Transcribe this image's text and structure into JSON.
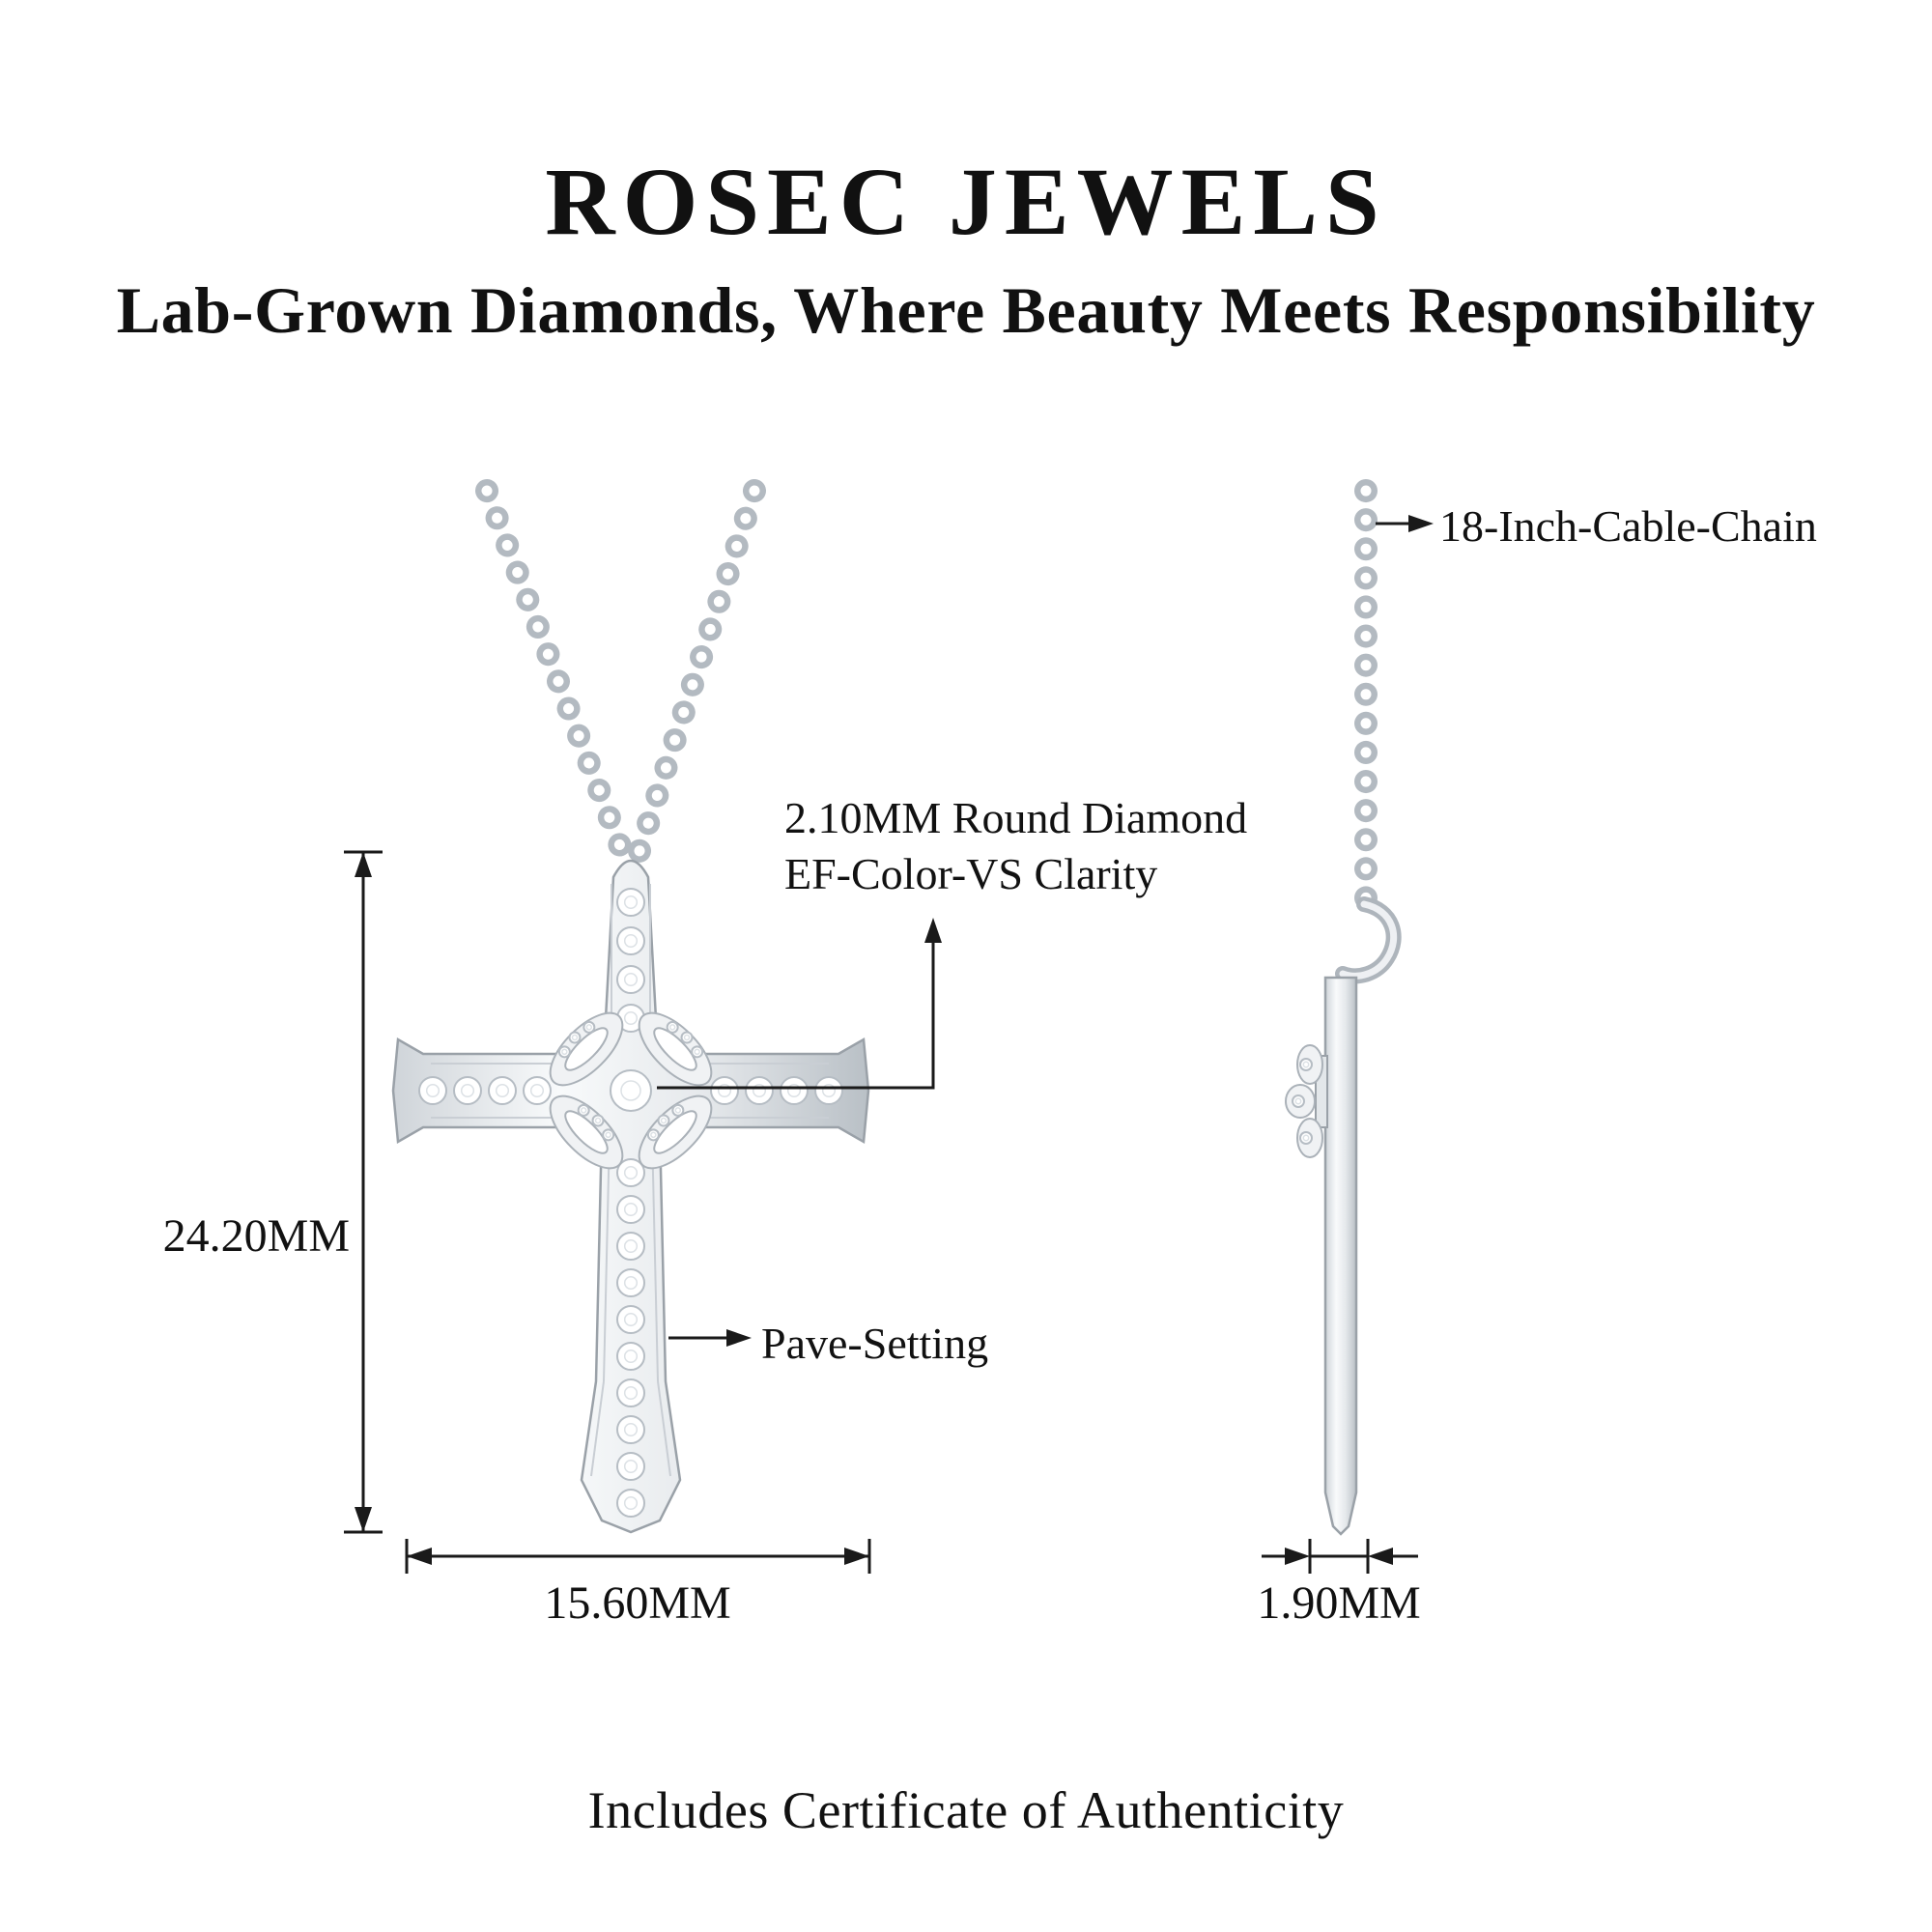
{
  "brand": {
    "title": "ROSEC JEWELS",
    "tagline": "Lab-Grown Diamonds, Where Beauty Meets Responsibility"
  },
  "callouts": {
    "chain": "18-Inch-Cable-Chain",
    "diamond_line1": "2.10MM Round Diamond",
    "diamond_line2": "EF-Color-VS Clarity",
    "pave": "Pave-Setting"
  },
  "dimensions": {
    "height": "24.20MM",
    "width": "15.60MM",
    "depth": "1.90MM"
  },
  "footer": {
    "certificate": "Includes Certificate of Authenticity"
  },
  "colors": {
    "background": "#ffffff",
    "text": "#111111",
    "dimension_line": "#1a1a1a",
    "metal_light": "#f8fafb",
    "metal_mid": "#e6e9ec",
    "metal_shadow": "#b9c0c6"
  }
}
